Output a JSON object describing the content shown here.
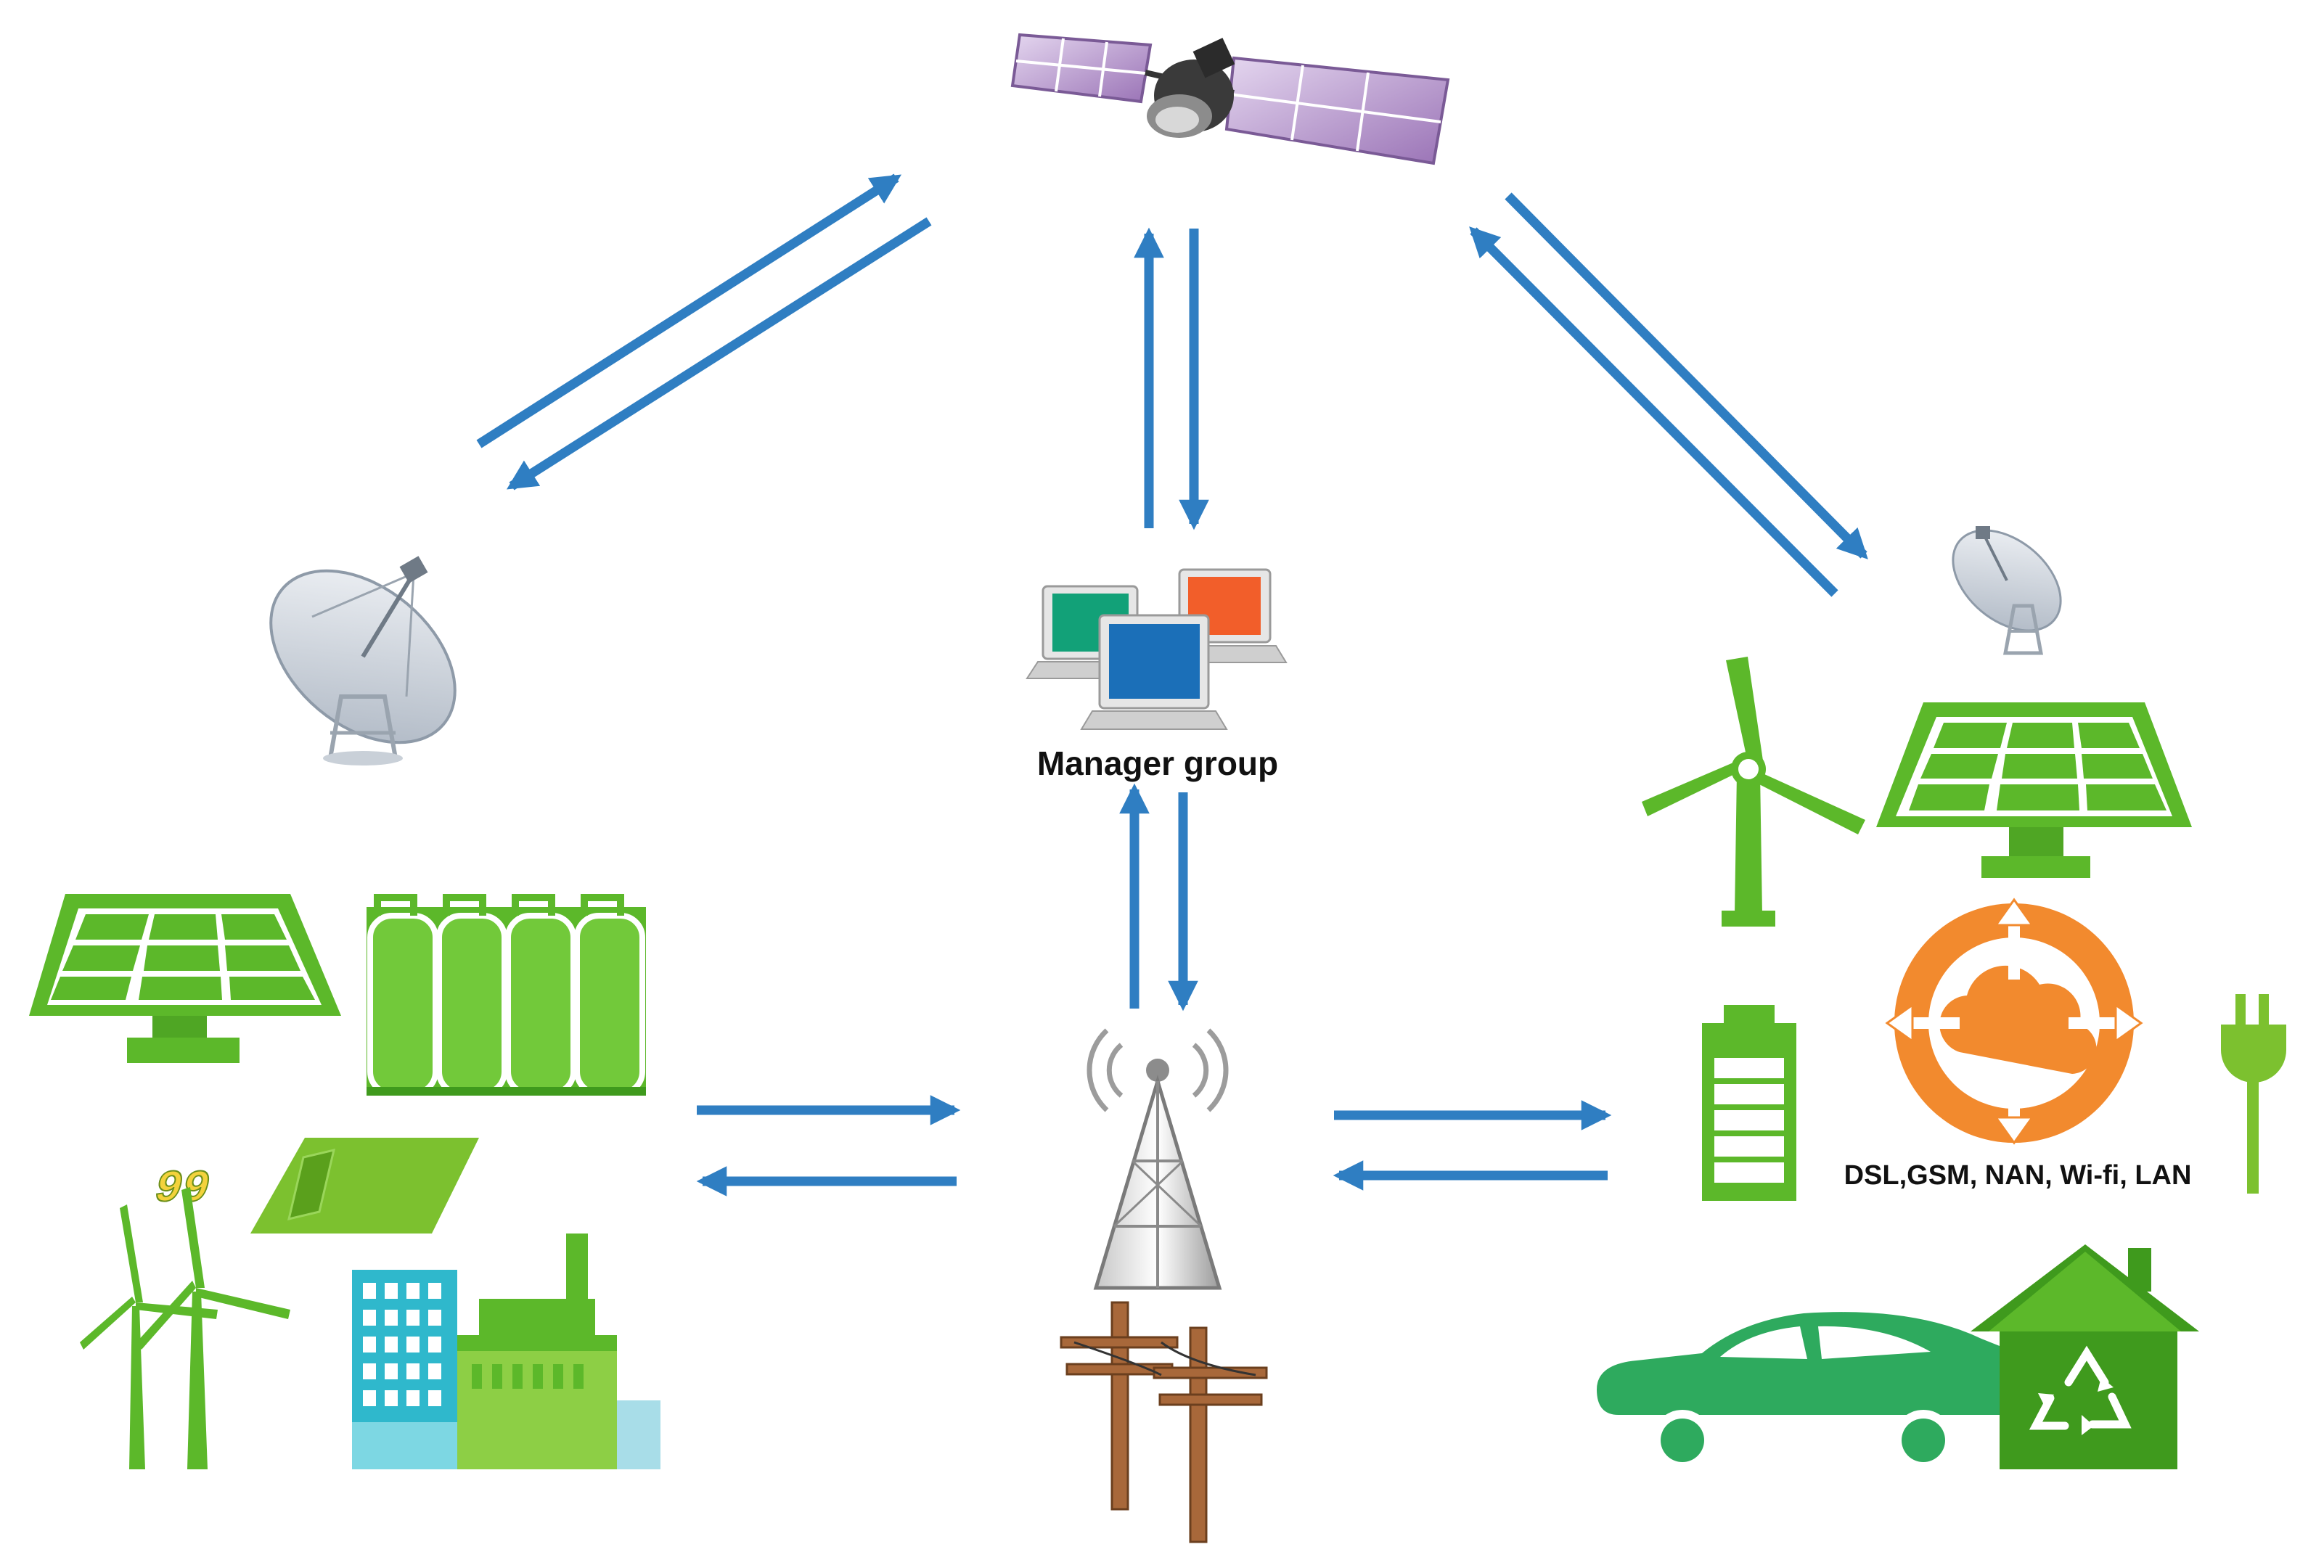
{
  "labels": {
    "manager_group": "Manager group",
    "networks": "DSL,GSM, NAN, Wi-fi, LAN"
  },
  "icons": {
    "satellite": "satellite-icon",
    "dish_left": "satellite-dish-icon",
    "dish_right": "satellite-dish-icon",
    "manager_computers": "computer-group-icon",
    "radio_tower": "radio-tower-icon",
    "power_poles": "utility-pole-icon",
    "solar_left": "solar-panel-icon",
    "tanks": "storage-tank-icon",
    "meter": "smart-meter-icon",
    "meter_digits": "99",
    "wind_left": "wind-turbine-icon",
    "factory": "factory-building-icon",
    "wind_right": "wind-turbine-icon",
    "solar_right": "solar-panel-icon",
    "cloud_hub": "cloud-network-icon",
    "battery": "battery-icon",
    "plug": "power-plug-icon",
    "car": "electric-car-icon",
    "house": "recycle-house-icon"
  },
  "colors": {
    "arrow": "#2f7ec2",
    "green": "#5cb82a",
    "green_dark": "#3f9a1d",
    "orange": "#f28a2e"
  }
}
